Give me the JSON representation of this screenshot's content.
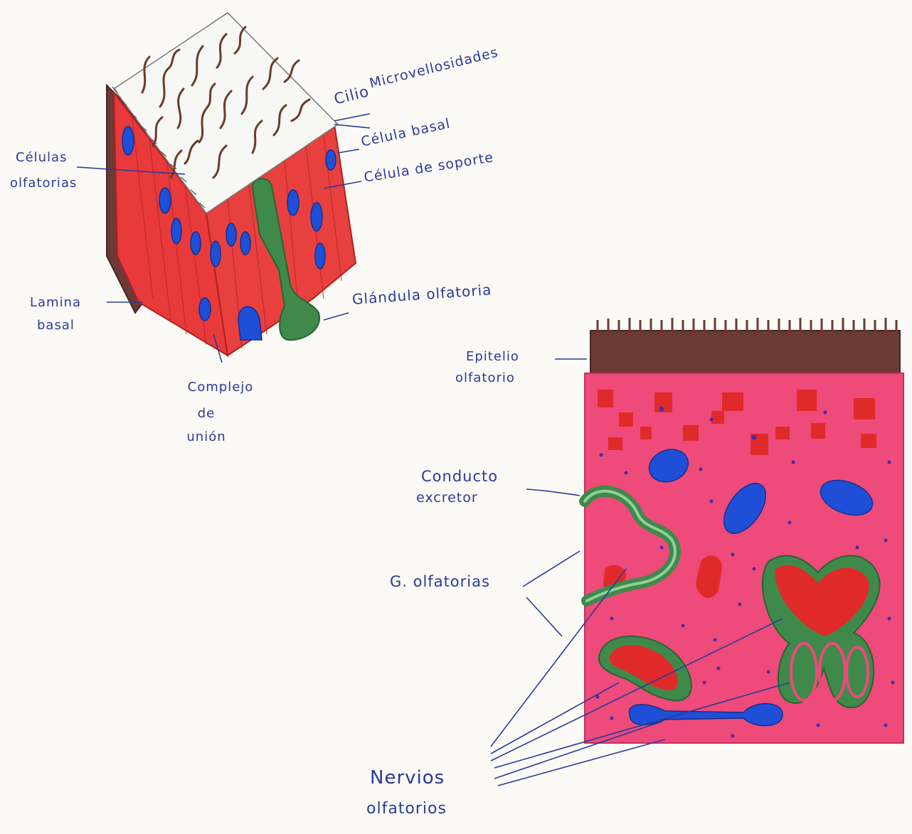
{
  "colors": {
    "ink": "#2b3a9a",
    "paper": "#fbfaf7",
    "brown": "#6b3a35",
    "red": "#e83a3a",
    "pink": "#ee4a7a",
    "blue": "#1f4fd6",
    "green": "#3f8a4a",
    "white_surface": "#f7f7f4"
  },
  "diagram1": {
    "labels": {
      "cilio": "Cilio",
      "microvellosidades": "Microvellosidades",
      "celula_basal": "Célula basal",
      "celula_soporte": "Célula de soporte",
      "celulas_olfatorias_1": "Células",
      "celulas_olfatorias_2": "olfatorias",
      "lamina_basal_1": "Lamina",
      "lamina_basal_2": "basal",
      "glandula": "Glándula olfatoria",
      "complejo_1": "Complejo",
      "complejo_2": "de",
      "complejo_3": "unión"
    }
  },
  "diagram2": {
    "labels": {
      "epitelio_1": "Epitelio",
      "epitelio_2": "olfatorio",
      "conducto_1": "Conducto",
      "conducto_2": "excretor",
      "g_olfatorias": "G. olfatorias",
      "nervios_1": "Nervios",
      "nervios_2": "olfatorios"
    }
  }
}
